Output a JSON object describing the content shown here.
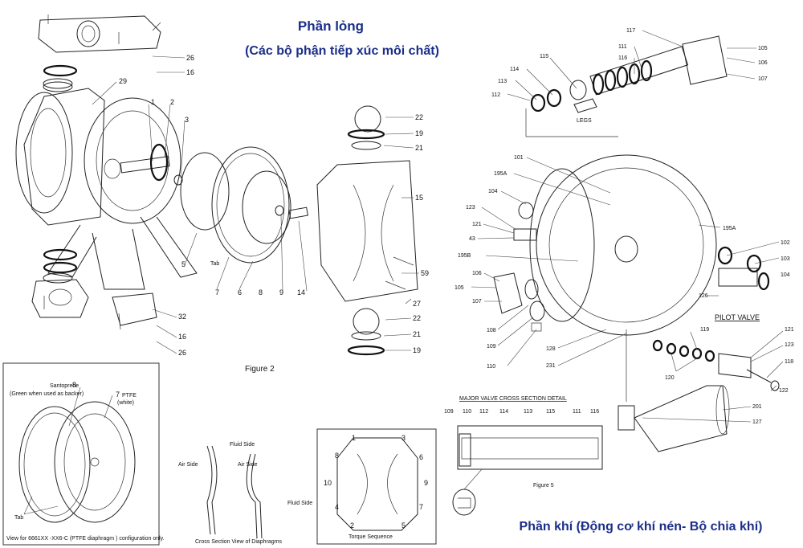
{
  "titles": {
    "fluid_line1": "Phần lỏng",
    "fluid_line2": "(Các bộ phận tiếp xúc môi chất)",
    "air_section": "Phần khí (Động cơ khí nén- Bộ chia khí)"
  },
  "captions": {
    "figure2": "Figure 2",
    "figure5": "Figure 5",
    "major_valve": "MAJOR VALVE CROSS SECTION DETAIL",
    "pilot_valve": "PILOT VALVE",
    "cross_section": "Cross Section View of Diaphragms",
    "torque_sequence": "Torque Sequence",
    "view_for": "View for 6661XX -XX6-C (PTFE diaphragm ) configuration only.",
    "santoprene": "Santoprene",
    "green_backer": "(Green when used as backer)",
    "ptfe": "PTFE",
    "white": "(white)",
    "tab": "Tab",
    "tab_left": "Tab",
    "air_side_1": "Air Side",
    "fluid_side_1": "Fluid Side",
    "air_side_2": "Air Side",
    "fluid_side_2": "Fluid Side",
    "legs": "LEGS"
  },
  "fluid_labels": [
    "26",
    "16",
    "29",
    "1",
    "2",
    "3",
    "22",
    "19",
    "21",
    "15",
    "5",
    "7",
    "6",
    "8",
    "9",
    "14",
    "59",
    "27",
    "32",
    "16",
    "26",
    "22",
    "21",
    "19"
  ],
  "detail_labels": [
    "8",
    "7"
  ],
  "torque_labels": [
    "1",
    "3",
    "8",
    "6",
    "10",
    "9",
    "4",
    "7",
    "2",
    "5"
  ],
  "air_labels": [
    "117",
    "105",
    "111",
    "106",
    "116",
    "107",
    "115",
    "114",
    "113",
    "112",
    "101",
    "195A",
    "104",
    "123",
    "121",
    "43",
    "195B",
    "195A",
    "102",
    "103",
    "104",
    "106",
    "105",
    "107",
    "126",
    "108",
    "109",
    "110",
    "128",
    "231",
    "119",
    "121",
    "123",
    "118",
    "122",
    "120",
    "201",
    "127"
  ],
  "valve_detail_labels": [
    "109",
    "110",
    "112",
    "114",
    "113",
    "115",
    "111",
    "116"
  ]
}
